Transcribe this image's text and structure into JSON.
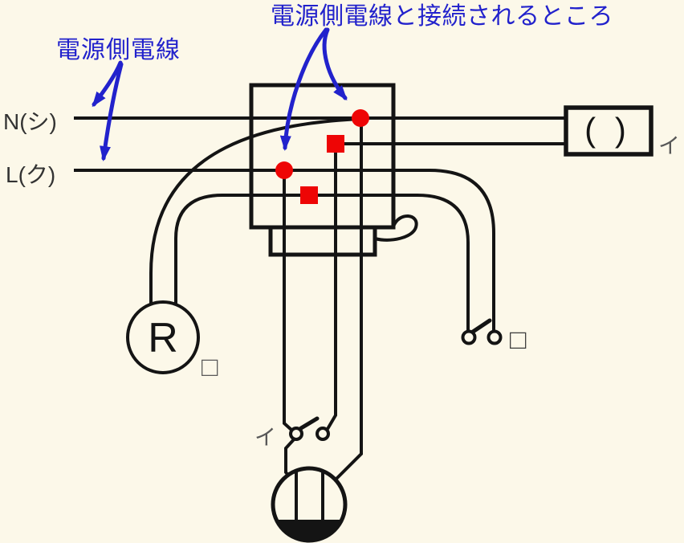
{
  "diagram": {
    "annotations": {
      "top": "電源側電線と接続されるところ",
      "left": "電源側電線"
    },
    "source_lines": {
      "neutral": "N(シ)",
      "live": "L(ク)"
    },
    "devices": {
      "pilot_lamp": {
        "symbol": "( )",
        "circuit": "イ"
      },
      "lamp_receptacle": {
        "symbol": "R",
        "answer_box": "□"
      },
      "switch_right": {
        "answer_box": "□"
      },
      "switch_bottom": {
        "circuit": "イ"
      }
    },
    "connection_markers": {
      "power_side_dots": 2,
      "other_squares": 2
    },
    "colors": {
      "background": "#fcf8e9",
      "wire": "#141414",
      "annotation_blue": "#2222cc",
      "connector_red": "#ee0505",
      "label_gray": "#585858"
    }
  }
}
